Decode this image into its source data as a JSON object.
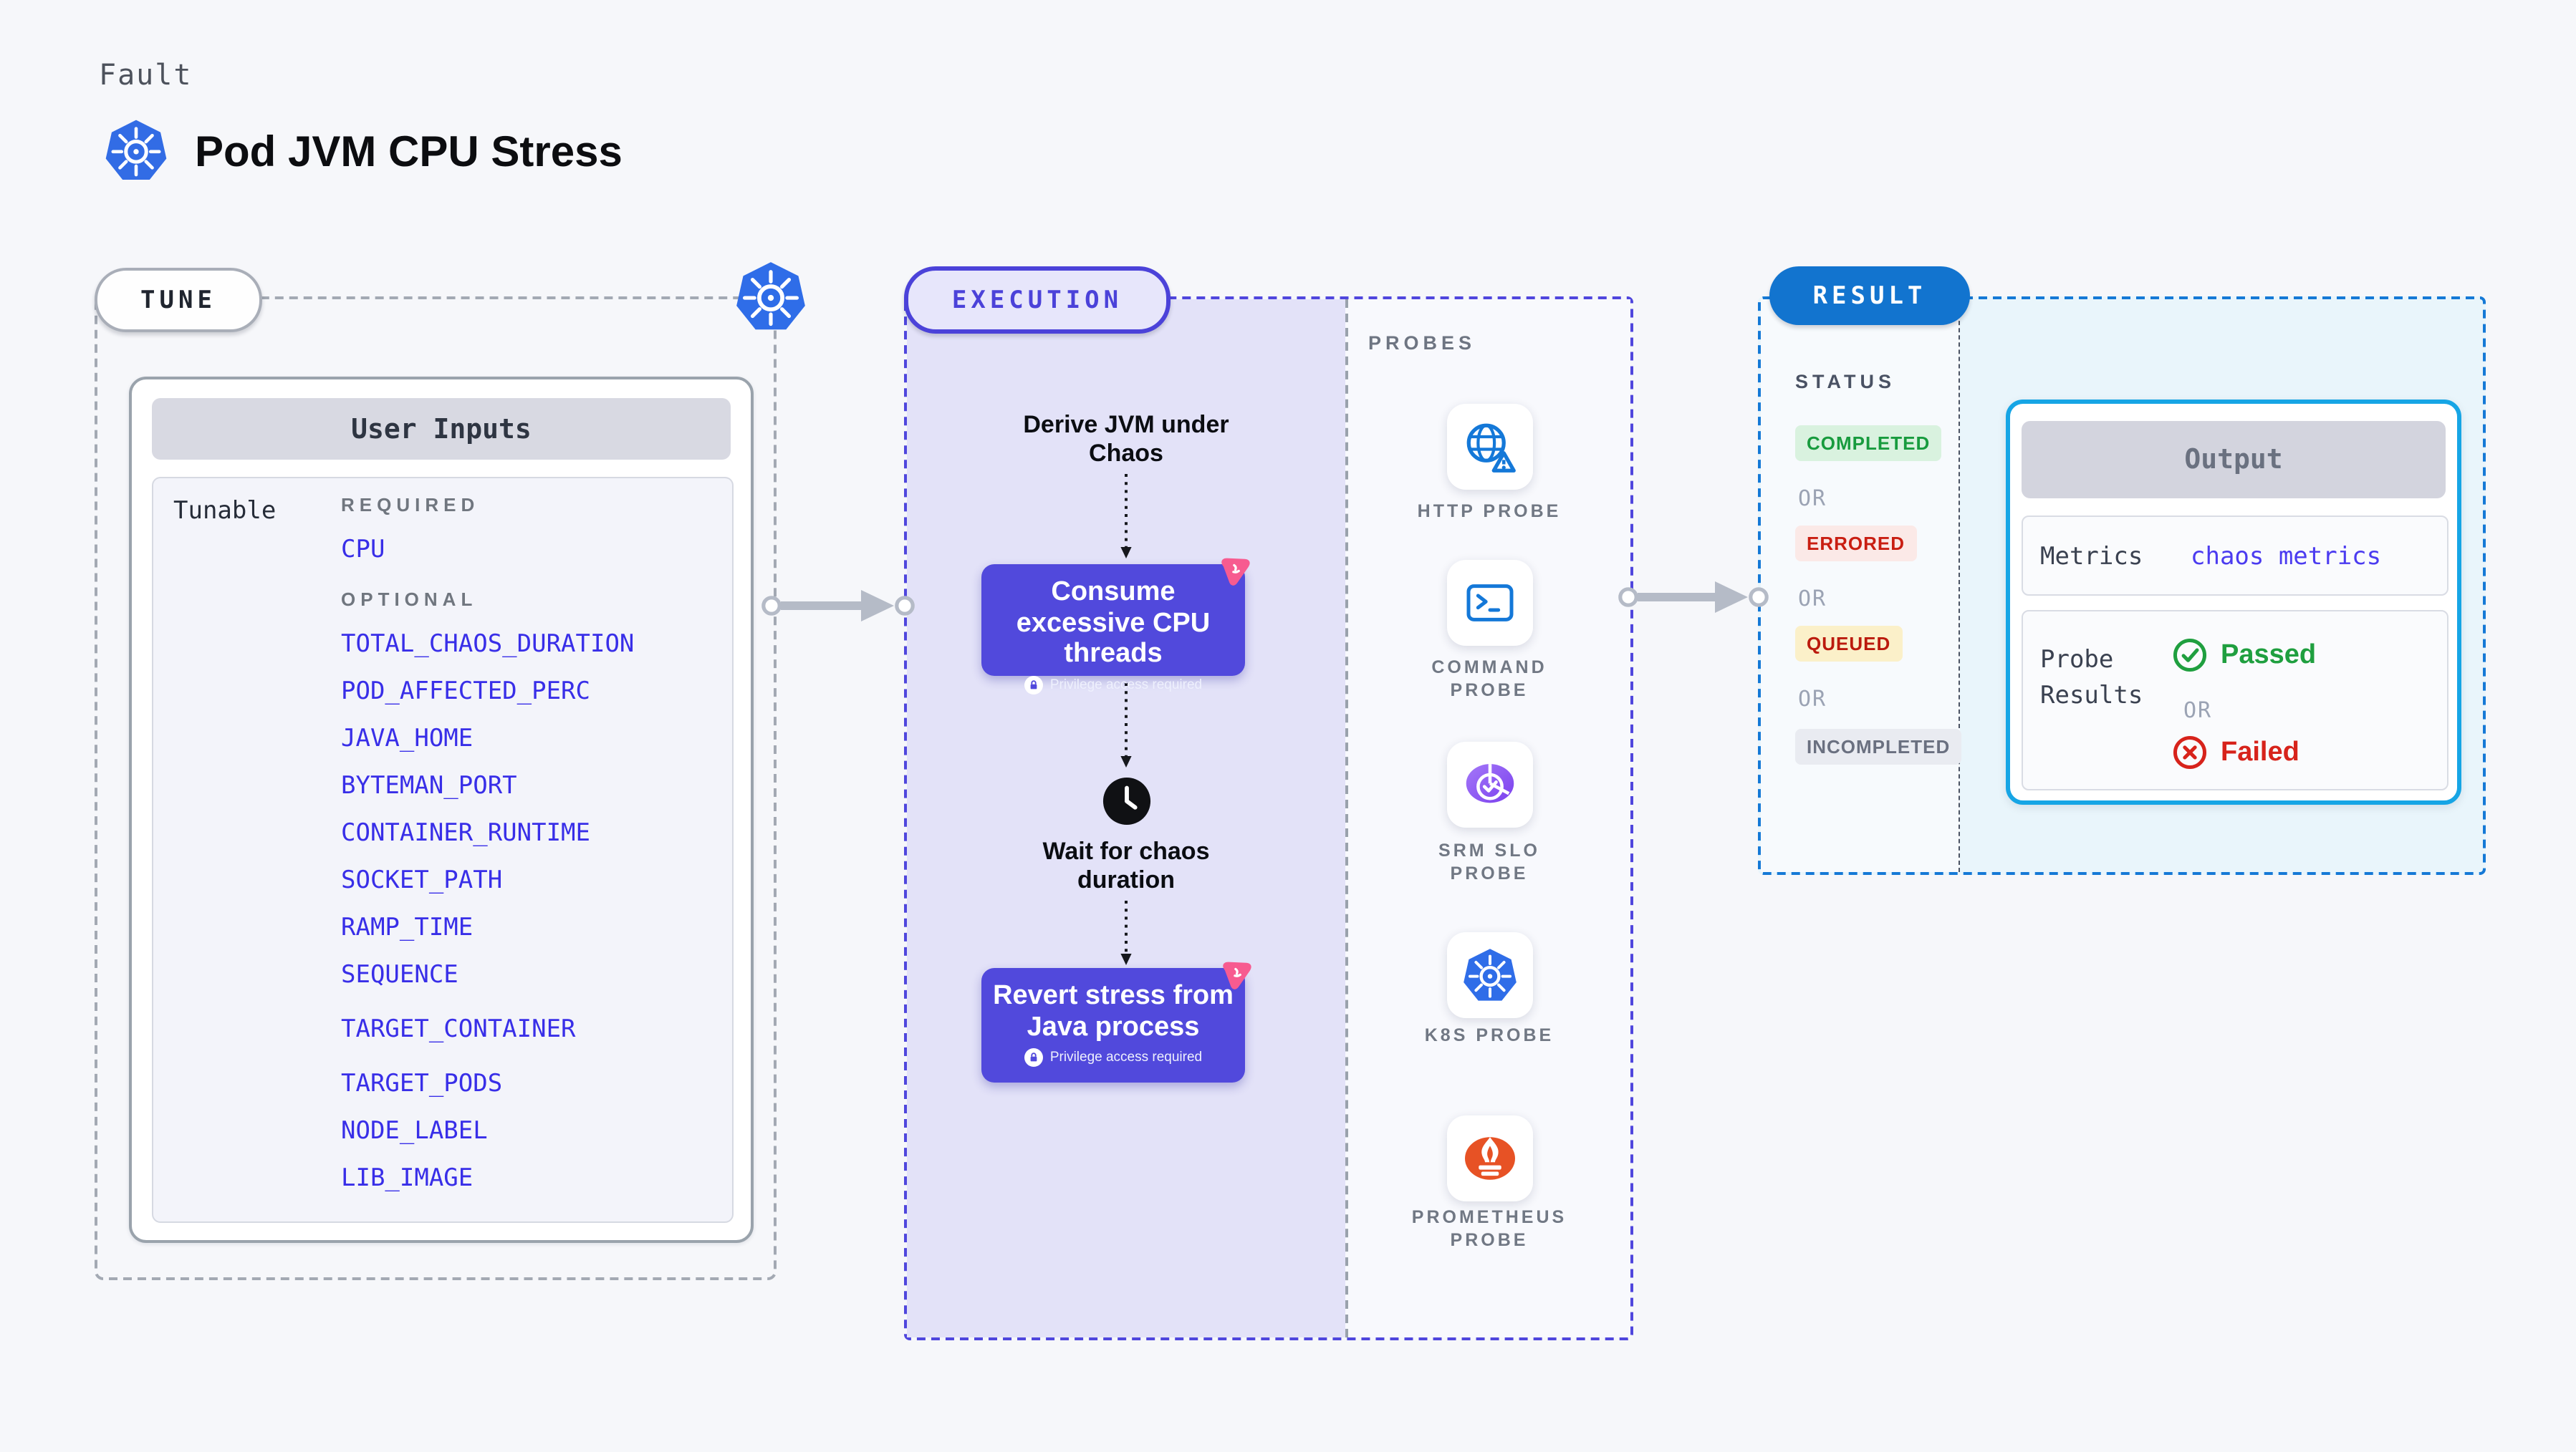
{
  "header": {
    "category_label": "Fault",
    "title": "Pod JVM CPU Stress"
  },
  "tune": {
    "pill_label": "TUNE",
    "card_title": "User Inputs",
    "row_label": "Tunable",
    "required_heading": "REQUIRED",
    "optional_heading": "OPTIONAL",
    "required_items": [
      "CPU"
    ],
    "optional_items": [
      "TOTAL_CHAOS_DURATION",
      "POD_AFFECTED_PERC",
      "JAVA_HOME",
      "BYTEMAN_PORT",
      "CONTAINER_RUNTIME",
      "SOCKET_PATH",
      "RAMP_TIME",
      "SEQUENCE",
      "TARGET_CONTAINER",
      "TARGET_PODS",
      "NODE_LABEL",
      "LIB_IMAGE"
    ]
  },
  "execution": {
    "pill_label": "EXECUTION",
    "steps": {
      "derive": "Derive JVM under Chaos",
      "consume": "Consume excessive CPU threads",
      "wait": "Wait for chaos duration",
      "revert": "Revert stress from Java process"
    },
    "privilege_note": "Privilege access required"
  },
  "probes": {
    "heading": "PROBES",
    "items": [
      {
        "label": "HTTP PROBE",
        "icon": "globe-alert-icon"
      },
      {
        "label": "COMMAND PROBE",
        "icon": "terminal-icon"
      },
      {
        "label": "SRM SLO PROBE",
        "icon": "slo-gauge-icon"
      },
      {
        "label": "K8S PROBE",
        "icon": "kubernetes-icon"
      },
      {
        "label": "PROMETHEUS PROBE",
        "icon": "prometheus-icon"
      }
    ]
  },
  "result": {
    "pill_label": "RESULT",
    "status_heading": "STATUS",
    "or_label": "OR",
    "statuses": [
      {
        "label": "COMPLETED",
        "color": "#189b3e",
        "bg": "#d9f2df"
      },
      {
        "label": "ERRORED",
        "color": "#c91e12",
        "bg": "#fbe9e7"
      },
      {
        "label": "QUEUED",
        "color": "#bb1a0d",
        "bg": "#fbf0c9"
      },
      {
        "label": "INCOMPLETED",
        "color": "#6a7080",
        "bg": "#e9ebf1"
      }
    ],
    "output": {
      "title": "Output",
      "metrics_label": "Metrics",
      "metrics_link": "chaos metrics",
      "probe_results_label": "Probe Results",
      "passed_label": "Passed",
      "failed_label": "Failed"
    }
  },
  "colors": {
    "page_bg": "#f6f7fa",
    "execution_fill": "#e3e2f8",
    "execution_border": "#4f46dd",
    "tune_border": "#a3a9b3",
    "result_border": "#1579d6",
    "result_fill": "#e9f5fb",
    "result_pill_bg": "#1274cf",
    "chaos_box_bg": "#5149dc",
    "tunable_item_color": "#382ee8",
    "litmus_pink": "#f75b90",
    "kubernetes_blue": "#326ce5",
    "probe_icon_blue": "#1478d8",
    "prometheus_orange": "#e75225",
    "passed_green": "#1f9f3f",
    "failed_red": "#d7231b",
    "arrow_gray": "#b5bbc7"
  }
}
